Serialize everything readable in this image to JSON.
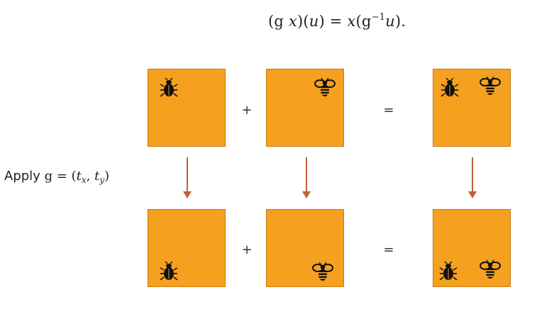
{
  "equation": {
    "lhs": "(g x)(u)",
    "equals": "=",
    "rhs": "x(g⁻¹u)."
  },
  "apply_label": {
    "word": "Apply",
    "symbol": "g",
    "equals": "="
  },
  "operators": {
    "plus": "+",
    "equals": "="
  },
  "colors": {
    "box_fill": "#f5a01f",
    "arrow": "#c0603a",
    "insect": "#111111"
  },
  "icons": {
    "beetle": "beetle-icon",
    "bee": "bee-icon"
  }
}
